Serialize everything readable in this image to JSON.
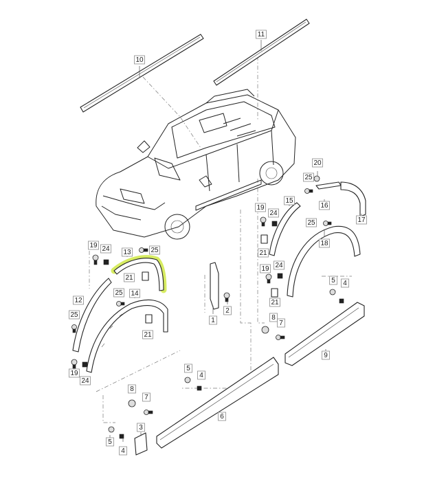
{
  "labels": {
    "p1": "1",
    "p2": "2",
    "p3": "3",
    "p4a": "4",
    "p4b": "4",
    "p4c": "4",
    "p5a": "5",
    "p5b": "5",
    "p5c": "5",
    "p6": "6",
    "p7a": "7",
    "p7b": "7",
    "p8a": "8",
    "p8b": "8",
    "p9": "9",
    "p10": "10",
    "p11": "11",
    "p12": "12",
    "p13": "13",
    "p14": "14",
    "p15": "15",
    "p16": "16",
    "p17": "17",
    "p18": "18",
    "p19a": "19",
    "p19b": "19",
    "p19c": "19",
    "p20": "20",
    "p21a": "21",
    "p21b": "21",
    "p21c": "21",
    "p21d": "21",
    "p24a": "24",
    "p24b": "24",
    "p24c": "24",
    "p24d": "24",
    "p25a": "25",
    "p25b": "25",
    "p25c": "25",
    "p25d": "25",
    "p25e": "25"
  },
  "highlight_color": "#d7ec62"
}
